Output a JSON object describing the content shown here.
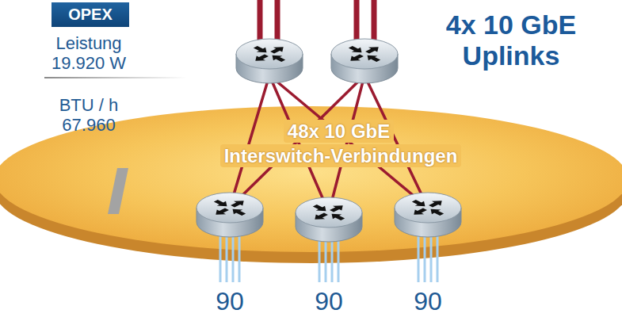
{
  "diagram": {
    "nodes": [
      {
        "text": [
          "OPEX"
        ]
      }
    ],
    "labels": [
      "Leistung 19.920 W",
      "BTU / h 67.960",
      "4x 10 GbE Uplinks",
      "48x 10 GbE Interswitch-Verbindungen",
      "90",
      "90",
      "90"
    ]
  }
}
